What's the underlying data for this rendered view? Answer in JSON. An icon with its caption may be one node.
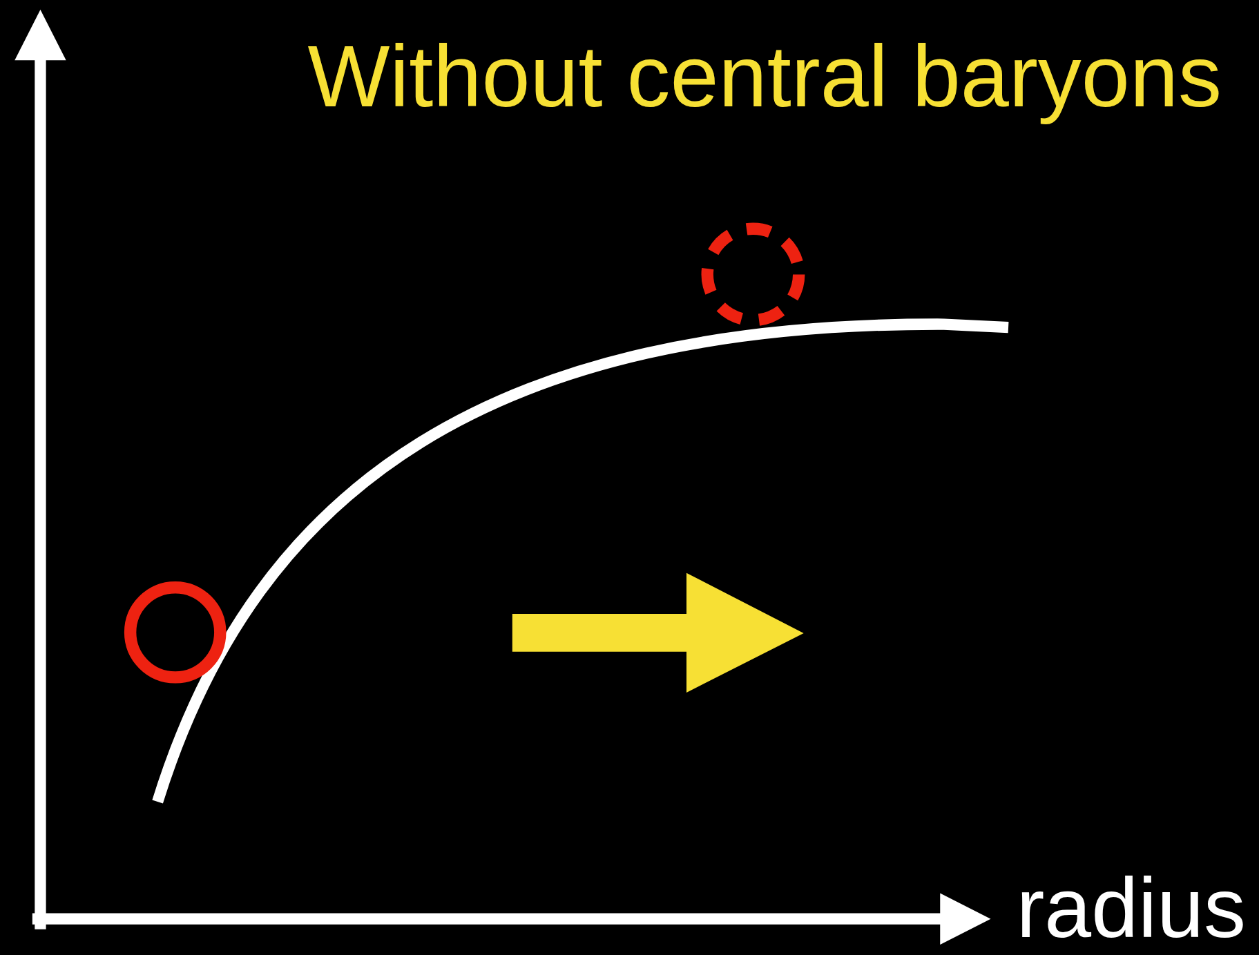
{
  "diagram": {
    "title": "Without central baryons",
    "nodes": [
      {
        "text": [],
        "shape": "circle"
      },
      {
        "text": [],
        "shape": "circle"
      }
    ],
    "labels": [
      "radius"
    ]
  }
}
